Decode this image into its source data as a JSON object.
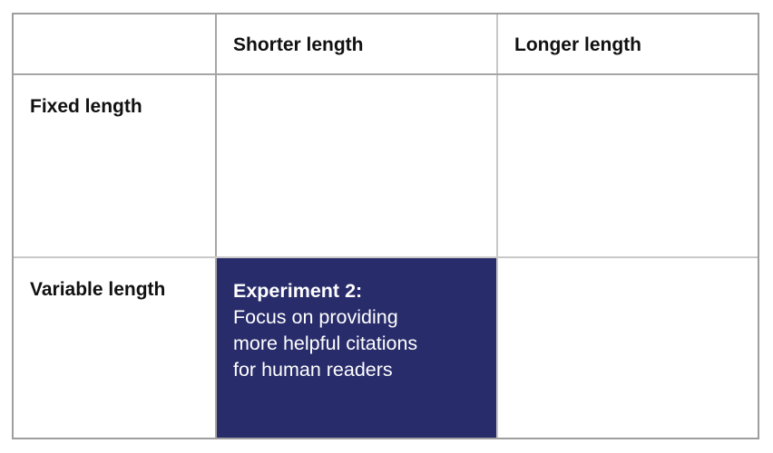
{
  "table": {
    "column_headers": [
      "",
      "Shorter length",
      "Longer length"
    ],
    "row_headers": [
      "Fixed length",
      "Variable length"
    ],
    "cells": {
      "fixed_shorter": "",
      "fixed_longer": "",
      "variable_shorter": {
        "title": "Experiment 2:",
        "lines": [
          "Focus on providing",
          "more helpful citations",
          "for human readers"
        ]
      },
      "variable_longer": ""
    },
    "colors": {
      "highlight_fill": "#282c6a",
      "highlight_text": "#ffffff",
      "grid_line": "#a6a6a6"
    }
  }
}
